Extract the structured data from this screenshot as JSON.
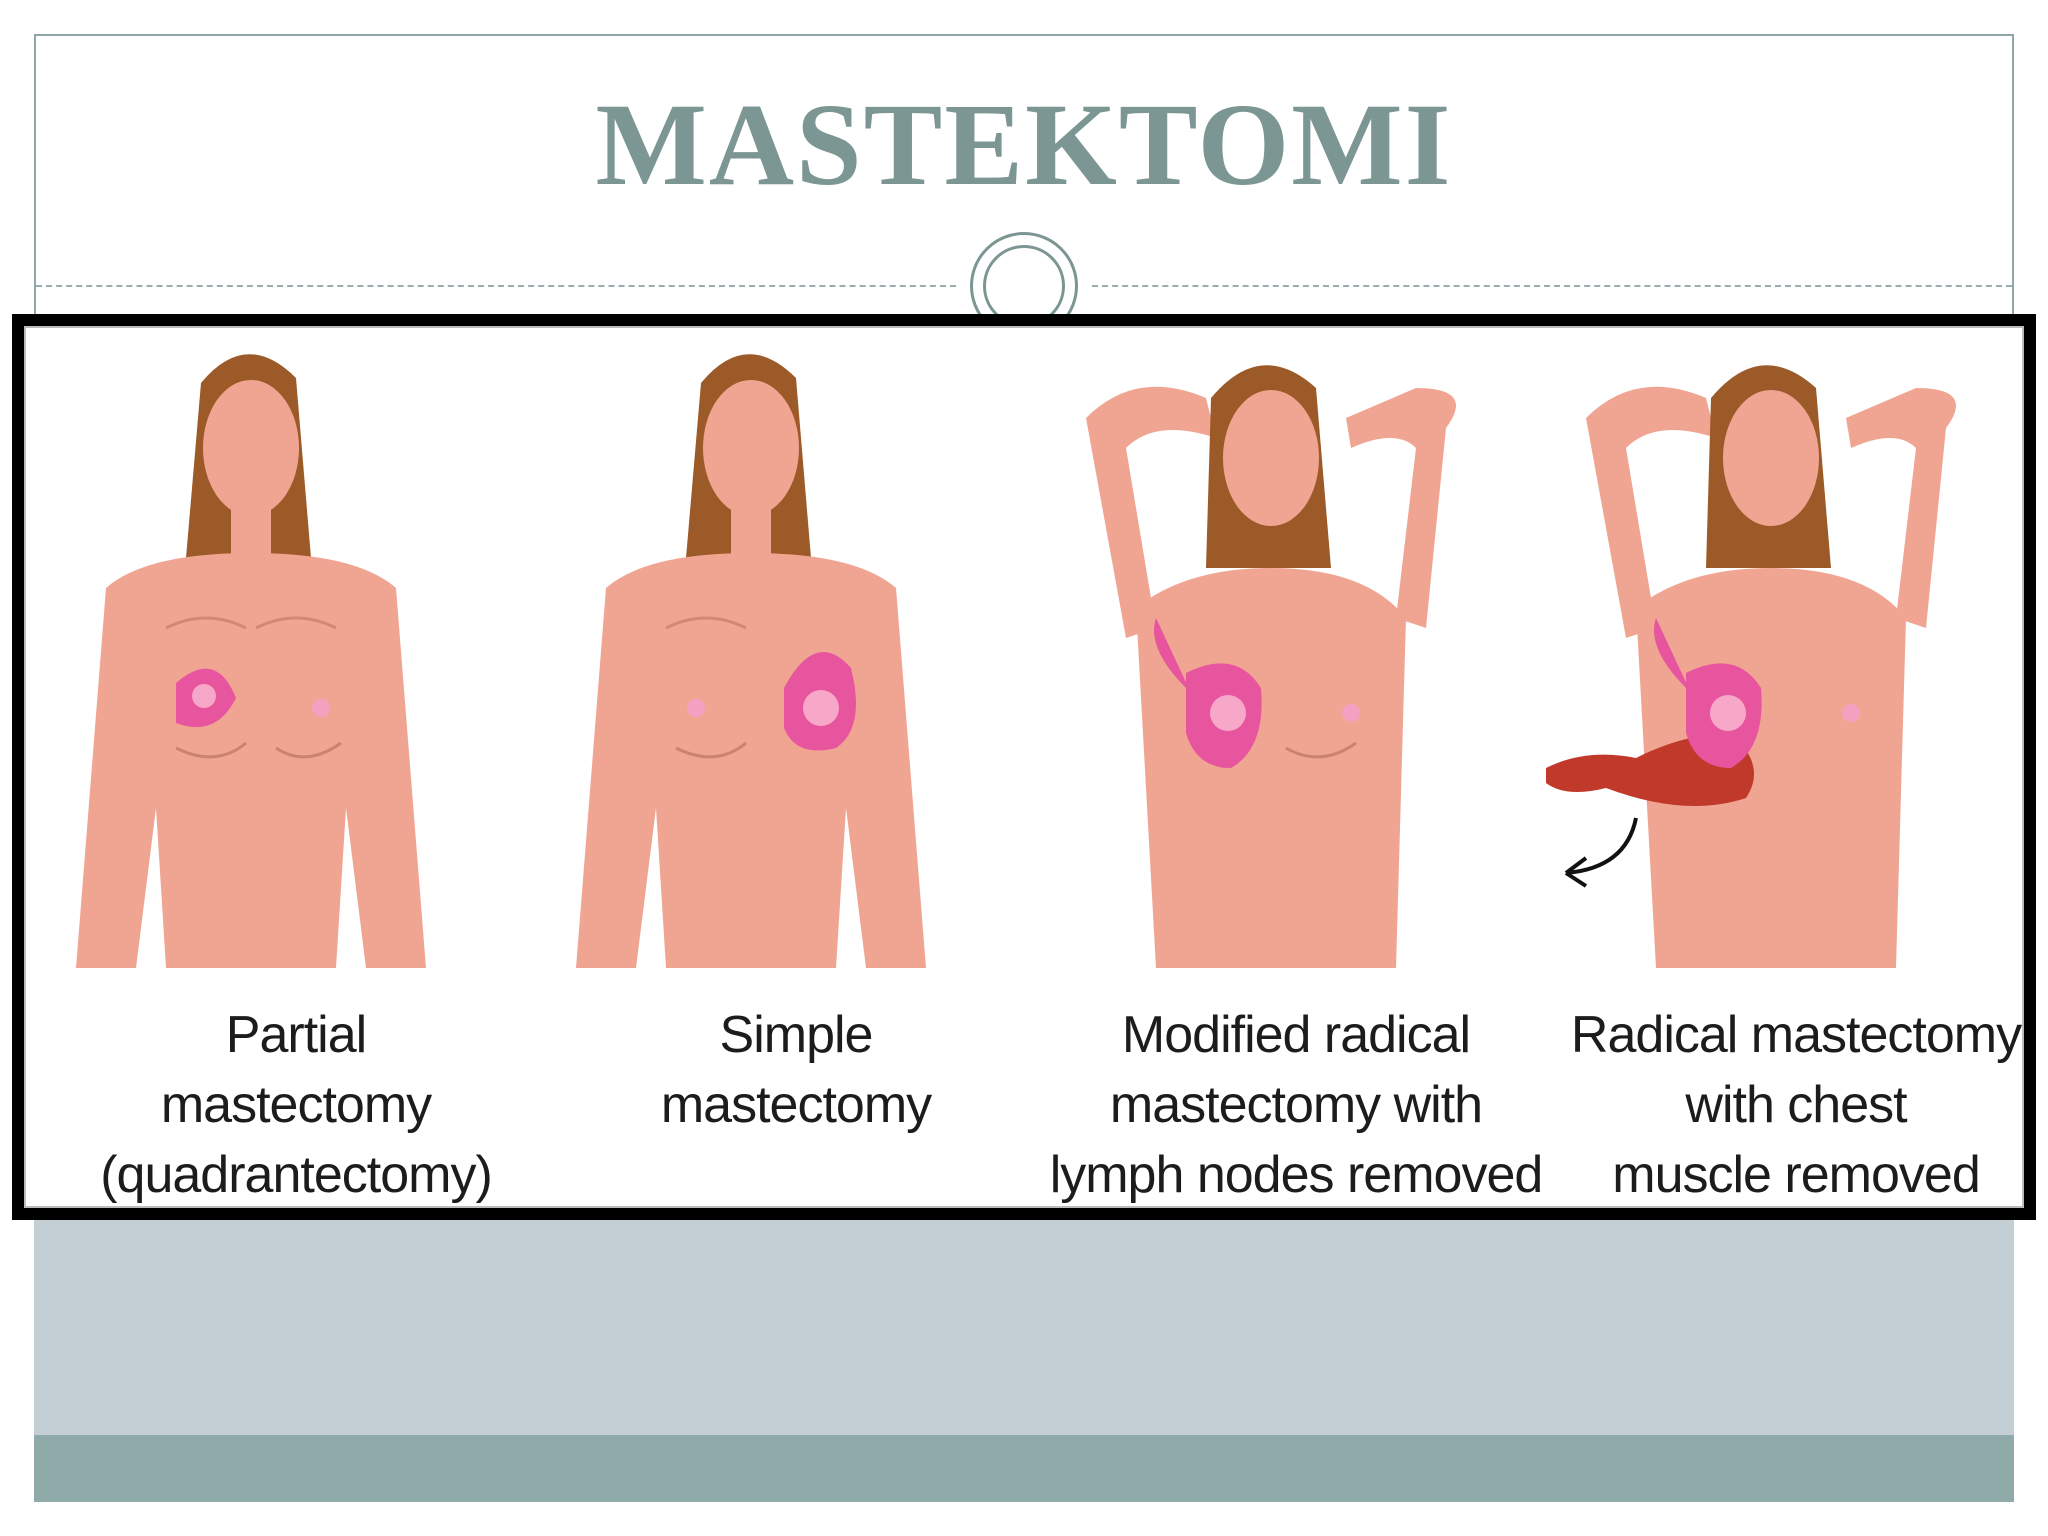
{
  "slide": {
    "title": "MASTEKTOMI"
  },
  "figure": {
    "panels": [
      {
        "caption": "Partial\nmastectomy\n(quadrantectomy)",
        "highlight": "partial"
      },
      {
        "caption": "Simple\nmastectomy",
        "highlight": "simple"
      },
      {
        "caption": "Modified radical\nmastectomy with\nlymph nodes removed",
        "highlight": "modified"
      },
      {
        "caption": "Radical mastectomy\nwith chest\nmuscle removed",
        "highlight": "radical"
      }
    ]
  },
  "colors": {
    "title": "#7c9694",
    "frame_border": "#8fa6a8",
    "gray_band": "#c4cfd5",
    "teal_band": "#8eaaa9",
    "skin": "#f0a593",
    "hair": "#9c5a28",
    "highlight_pink": "#e8559f",
    "muscle_red": "#c0392b"
  }
}
